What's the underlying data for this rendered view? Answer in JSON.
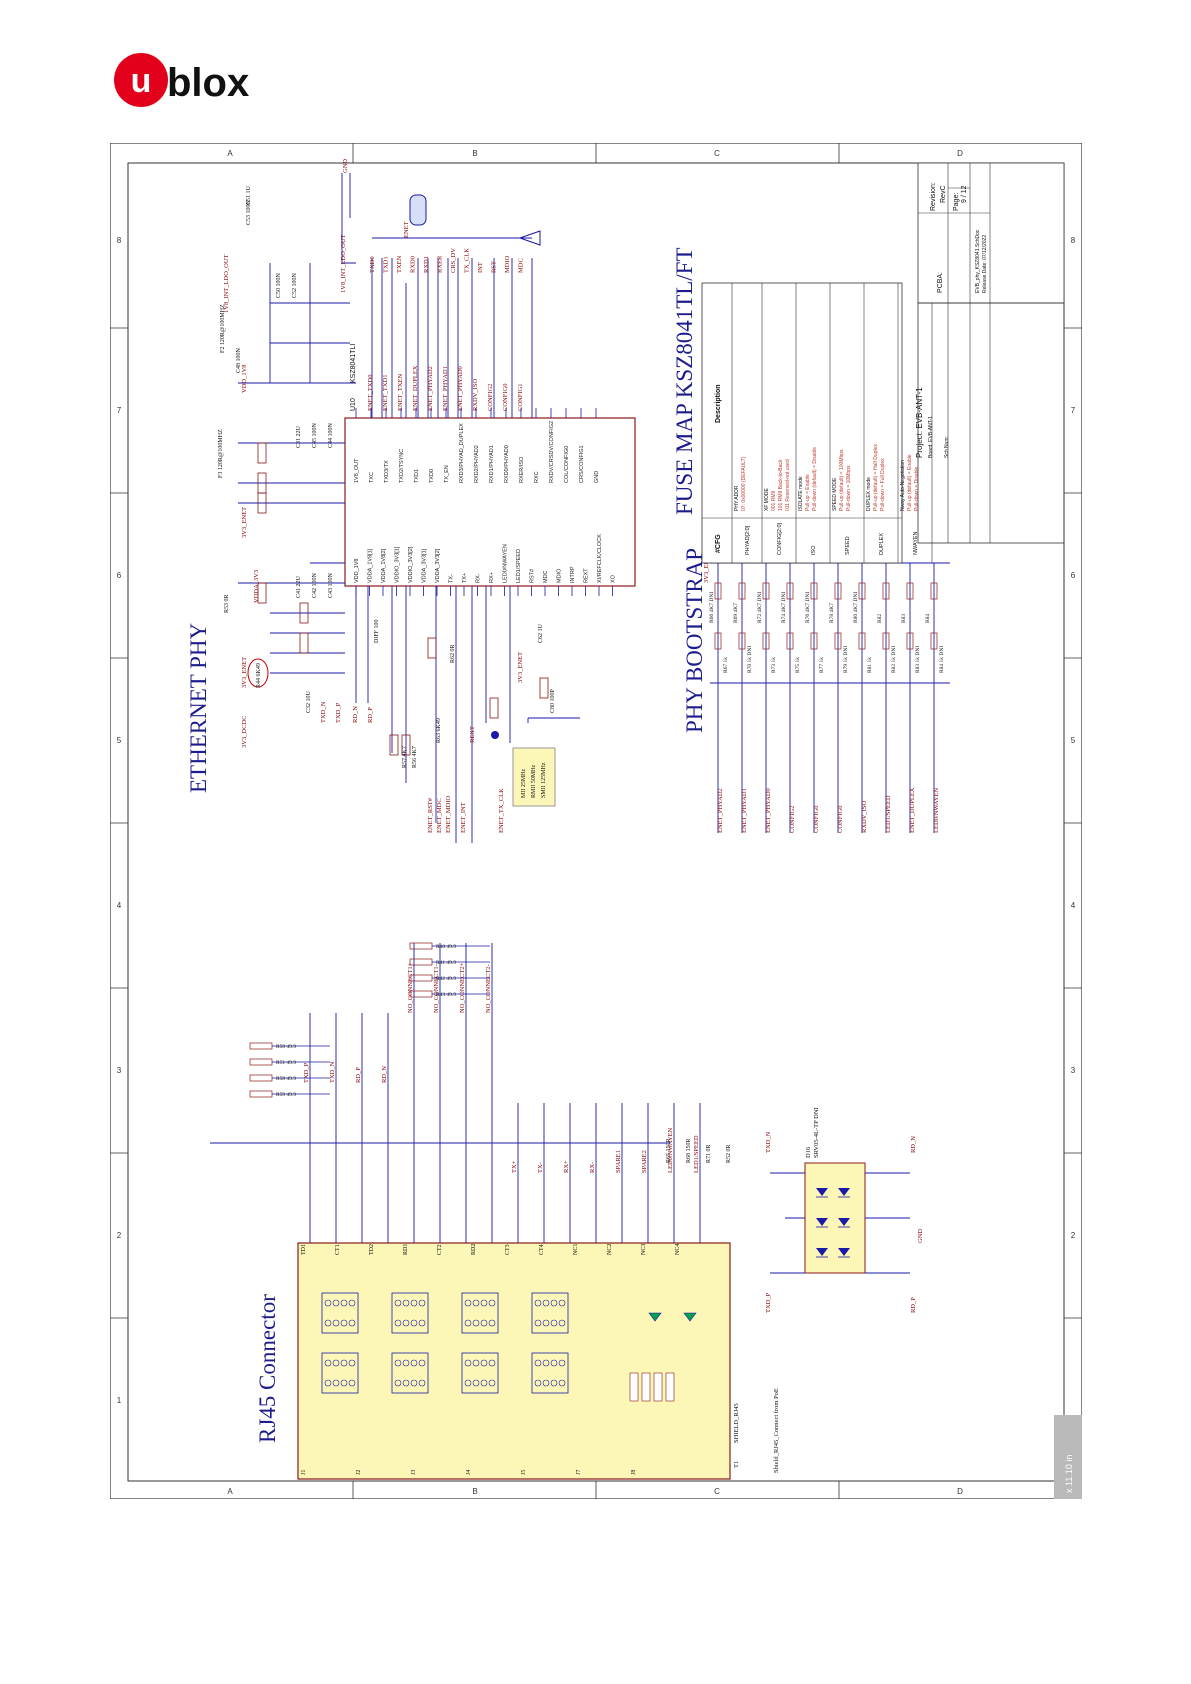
{
  "logo": {
    "circle_letter": "u",
    "text": "blox",
    "color": "#e2001a"
  },
  "colors": {
    "wire": "#1a1aa8",
    "label_red": "#8b0000",
    "title_blue": "#1c1c8c",
    "part_fill": "#fcf7b7",
    "part_stroke": "#8b1a1a",
    "frame": "#333333"
  },
  "frame": {
    "top_letters": [
      "A",
      "B",
      "C",
      "D"
    ],
    "side_numbers": [
      "1",
      "2",
      "3",
      "4",
      "5",
      "6",
      "7",
      "8"
    ]
  },
  "sections": {
    "ethernet_phy": "ETHERNET PHY",
    "phy_bootstrap": "PHY BOOTSTRAP",
    "fuse_map": "FUSE MAP KSZ8041TL/FT",
    "rj45": "RJ45 Connector"
  },
  "phy": {
    "ref": "U10",
    "part": "KSZ8041TLI",
    "left_pins": [
      "VDD_1V8",
      "VDDA_1V8[1]",
      "VDDA_1V8[2]",
      "VDDIO_3V3[1]",
      "VDDIO_3V3[2]",
      "VDDA_3V3[1]",
      "VDDA_3V3[2]",
      "TX-",
      "TX+",
      "RX-",
      "RX+",
      "LED0/NWAYEN",
      "LED1/SPEED",
      "RST#",
      "MDC",
      "MDIO",
      "INTRP",
      "REXT",
      "XI/REFCLK/CLOCK",
      "XO"
    ],
    "right_pins": [
      "1V8_OUT",
      "TXC",
      "TXD3/TX",
      "TXD2/TSYNC",
      "TXD1",
      "TXD0",
      "TX_EN",
      "RXD3/PHYAD_DUPLEX",
      "RXD2/PHYAD2",
      "RXD1/PHYAD1",
      "RXD0/PHYAD0",
      "RXER/ISO",
      "RXC",
      "RXDV/CRSDV/CONFIG2",
      "COL/CONFIG0",
      "CRS/CONFIG1",
      "GND"
    ]
  },
  "nets": [
    "TXD_N",
    "TXD_P",
    "RD_N",
    "RD_P",
    "3V3_DCDC",
    "3V3_ENET",
    "VDDA_3V3",
    "VDD_1V8",
    "1V8_INT_LDO_OUT",
    "ENET_TX_CLK",
    "ENET_RST#",
    "ENET_MDC",
    "ENET_MDIO",
    "ENET_INT",
    "REXT",
    "RXER",
    "CRS_DV",
    "TX_CLK",
    "INT",
    "RST",
    "MDIO",
    "MDC",
    "ENET",
    "GND"
  ],
  "phy_signals": [
    "ENET_TXD0",
    "ENET_TXD1",
    "ENET_TXEN",
    "ENET_DUPLEX",
    "ENET_PHYAD2",
    "ENET_PHYAD1",
    "ENET_PHYAD0",
    "RXDV_ISO",
    "CONFIG2",
    "CONFIG0",
    "CONFIG1"
  ],
  "bus_right": [
    "TXD0",
    "TXD1",
    "TXEN",
    "RXD0",
    "RXD1",
    "RXER",
    "CRS_DV",
    "TX_CLK",
    "INT",
    "RST",
    "MDIO",
    "MDC"
  ],
  "clock_note": [
    "MII 25MHz",
    "RMII 50MHz",
    "SMII 125MHz"
  ],
  "bootstrap_rows": [
    {
      "net": "ENET_PHYAD2",
      "r1": "R66",
      "v1": "4K7 DNI",
      "r2": "R67",
      "v2": "1k"
    },
    {
      "net": "ENET_PHYAD1",
      "r1": "R69",
      "v1": "4K7",
      "r2": "R70",
      "v2": "1k DNI"
    },
    {
      "net": "ENET_PHYAD0",
      "r1": "R72",
      "v1": "4K7 DNI",
      "r2": "R73",
      "v2": "1k"
    },
    {
      "net": "CONFIG2",
      "r1": "R74",
      "v1": "4K7 DNI",
      "r2": "R75",
      "v2": "1k"
    },
    {
      "net": "CONFIG0",
      "r1": "R76",
      "v1": "4K7 DNI",
      "r2": "R77",
      "v2": "1k"
    },
    {
      "net": "CONFIG0",
      "r1": "R78",
      "v1": "4K7",
      "r2": "R79",
      "v2": "1k DNI"
    },
    {
      "net": "RXDV_ISO",
      "r1": "R80",
      "v1": "4K7 DNI",
      "r2": "R81",
      "v2": "1k"
    },
    {
      "net": "LED1/SPEED",
      "r1": "R82",
      "v1": "",
      "r2": "R82",
      "v2": "1k DNI"
    },
    {
      "net": "ENET_DUPLEX",
      "r1": "R83",
      "v1": "",
      "r2": "R83",
      "v2": "1k DNI"
    },
    {
      "net": "LED0/NWAYEN",
      "r1": "R84",
      "v1": "",
      "r2": "R84",
      "v2": "1k DNI"
    }
  ],
  "fuse_table": {
    "headers": [
      "#CFG",
      "Description"
    ],
    "rows": [
      {
        "cfg": "PHYAD[2:0]",
        "desc": [
          "PHY ADDR",
          "07: 0x00000 (DEFAULT)"
        ]
      },
      {
        "cfg": "CONFIG[2:0]",
        "desc": [
          "XF MODE",
          "001 RMII",
          "101 RMII Back-to-Back",
          "011 Reserved-not used"
        ]
      },
      {
        "cfg": "ISO",
        "desc": [
          "ISOLATE mode",
          "Pull-up = Enable",
          "Pull-down (default) = Disable"
        ]
      },
      {
        "cfg": "SPEED",
        "desc": [
          "SPEED MODE",
          "Pull-up (default) = 100Mbps",
          "Pull-down = 10Mbps"
        ]
      },
      {
        "cfg": "DUPLEX",
        "desc": [
          "DUPLEX mode",
          "Pull-up (default) = Half Duplex",
          "Pull-down = Full Duplex"
        ]
      },
      {
        "cfg": "NWAYEN",
        "desc": [
          "Nway Auto-Negotiation",
          "Pull-up (default) = Enable",
          "Pull-down = Disable"
        ]
      }
    ]
  },
  "rj45": {
    "ref": "T1",
    "part": "SHIELD_RJ45",
    "footnote": "Shield_RJ45_Connect from PoE",
    "pins_bottom": [
      "J1",
      "J2",
      "J3",
      "J4",
      "J5",
      "J7",
      "J8"
    ],
    "pins_top": [
      "TD1",
      "CT1",
      "TD2",
      "RD1",
      "CT2",
      "RD2",
      "CT3",
      "CT4",
      "NC1",
      "NC2",
      "NC3",
      "NC4"
    ],
    "nets": [
      "TXD_P",
      "TXD_N",
      "RD_P",
      "RD_N",
      "NO_CONNECT1+",
      "NO_CONNECT1-",
      "NO_CONNECT2+",
      "NO_CONNECT2-",
      "TX+",
      "TX-",
      "RX+",
      "RX-",
      "SPARE1",
      "SPARE2",
      "LED0/NWAYEN",
      "LED1/SPEED"
    ],
    "resistors": [
      "R65 150R",
      "R68 150R",
      "R71 0R",
      "R52 0R"
    ],
    "termination": [
      "R40 49.9",
      "R41 49.9",
      "R42 49.9",
      "R43 49.9",
      "R50 49.9",
      "R51 49.9",
      "R58 49.9",
      "R59 49.9"
    ]
  },
  "tvs": {
    "ref": "D16",
    "part": "SRV05-4L-TP DNI",
    "nets": [
      "TXD_N",
      "TXD_P",
      "RD_N",
      "RD_P",
      "GND"
    ]
  },
  "passives": [
    "C51 1U",
    "C53 100N",
    "C50 100N",
    "C52 100N",
    "C48 100N",
    "C31 22U",
    "C45 100N",
    "C44 100N",
    "C41 22U",
    "C42 100N",
    "C43 100N",
    "C80 100P",
    "C62 1U",
    "C32 10U",
    "R53 0R",
    "R44 6K49",
    "R62 0R",
    "R57 4K7",
    "R56 4K7",
    "R63 6K49",
    "F2 120R@100MHZ",
    "F3 120R@100MHZ",
    "DIFF 100"
  ],
  "title_block": {
    "pcba_label": "PCBA:",
    "revision_label": "Revision:",
    "revision": "RevC",
    "page_label": "Page:",
    "page": "9 / 12",
    "project": "Project: EVB-ANT-1",
    "board": "Board: EVB-ANT-1",
    "doc": "EVB_phy_KSZ8041.SchDoc",
    "sch_num_label": "Sch Num:",
    "release": "Release Date: 07/12/2022"
  },
  "scale_badge": "x 11.10 in"
}
